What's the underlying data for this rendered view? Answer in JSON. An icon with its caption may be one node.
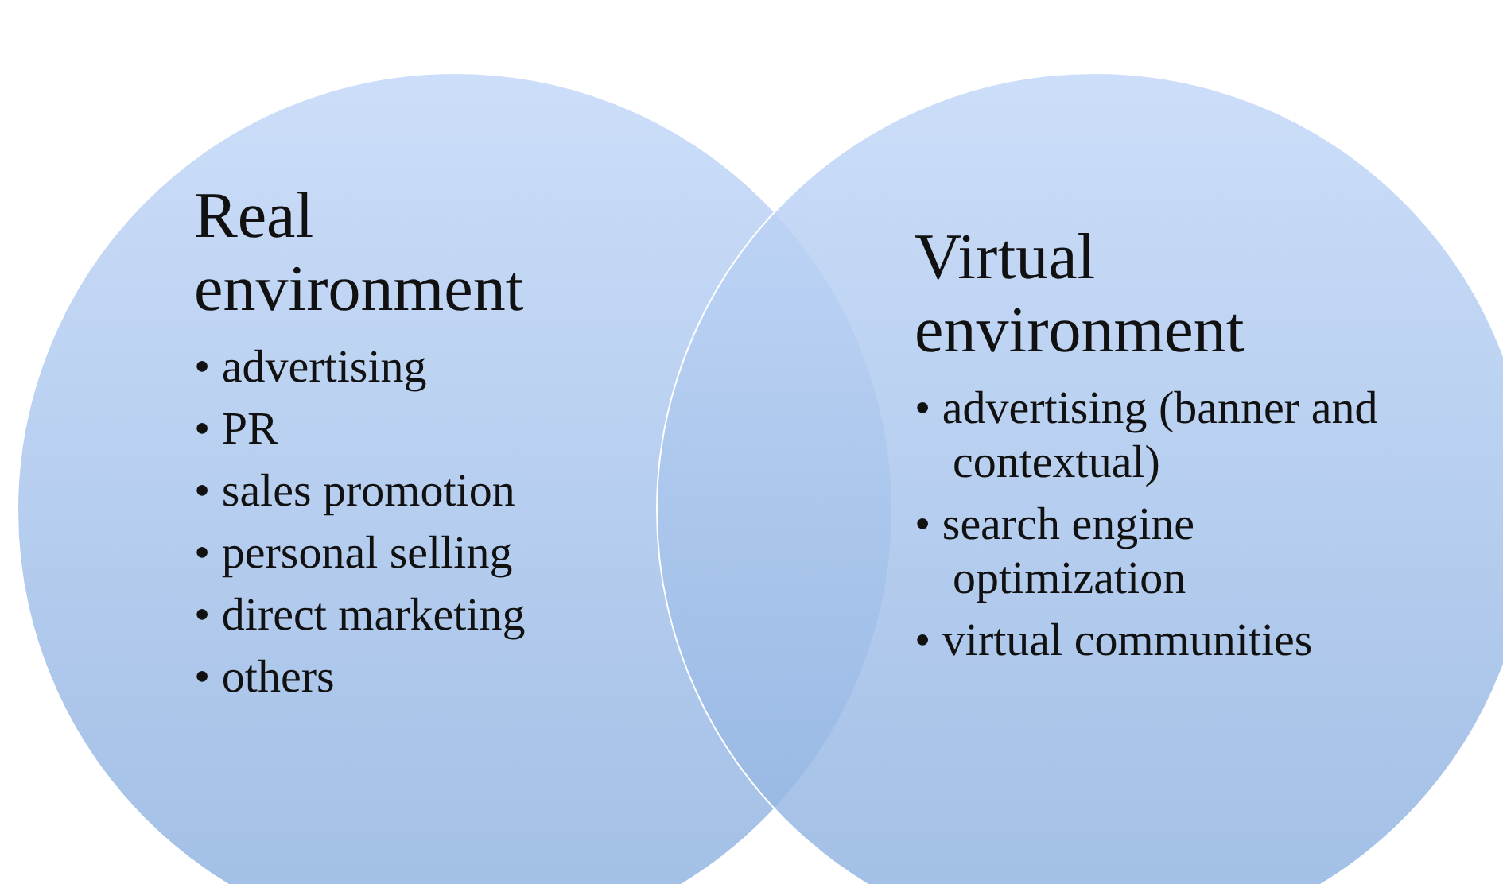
{
  "diagram": {
    "nodes": [
      {
        "text": [
          "Real environment",
          "• advertising",
          "• PR",
          "• sales promotion",
          "• personal selling",
          "• direct marketing",
          "• others"
        ]
      },
      {
        "text": [
          "Virtual environment",
          "• advertising (banner and contextual)",
          "• search engine optimization",
          "• virtual communities"
        ]
      }
    ]
  }
}
